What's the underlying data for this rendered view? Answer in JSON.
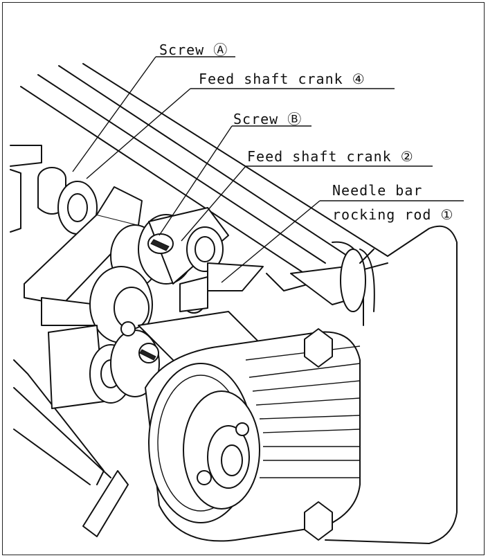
{
  "labels": {
    "screw_a": "Screw Ⓐ",
    "feed_crank_4": "Feed shaft crank ④",
    "screw_b": "Screw Ⓑ",
    "feed_crank_2": "Feed shaft crank ②",
    "needle_bar_line1": "Needle bar",
    "needle_bar_line2": "rocking rod ①"
  }
}
